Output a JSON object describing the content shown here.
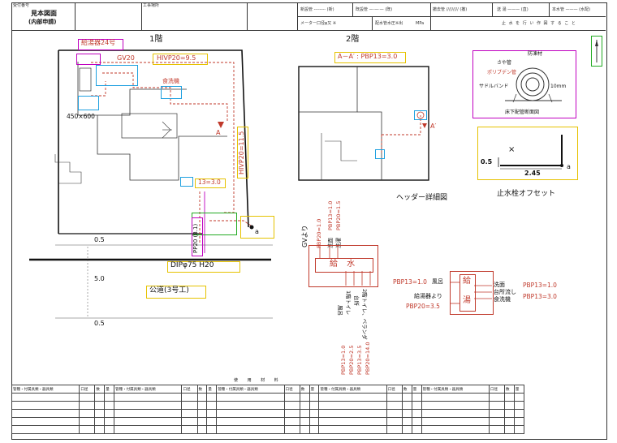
{
  "header": {
    "receipt_no_label": "受付番号",
    "title_line1": "見本図面",
    "title_line2": "(内部申請)",
    "applicant_label": "工事場所",
    "legend_new_pipe": "新設管 -------- (新)",
    "legend_existing_pipe": "既設管 —·—·— (既)",
    "legend_abolished_pipe": "撤去管 ///////// (撤)",
    "legend_direct": "送 湯 ——— (直)",
    "legend_pump": "本水管 ——— (水配)",
    "meter_label": "メーター口径φ又 ※",
    "pressure_label": "配水管水圧※出",
    "pressure_unit": "MPa",
    "note_text": "止 水 を 行 い 作 図 す る こ と",
    "north_mark": "N"
  },
  "floor1": {
    "title": "1階",
    "water_heater_label": "給湯器24号",
    "gv_label": "GV20",
    "pipe_hivp_95": "HIVP20=9.5",
    "dishwasher_label": "食洗機",
    "size_label": "450×600",
    "section_mark": "A",
    "pipe_hivp_115": "HIVP20=11.5",
    "pipe_13": "13=3.0",
    "pp_label": "PP20 (8.1)",
    "meter_mark": "a",
    "dim_05_top": "0.5",
    "main_pipe": "DIPφ75  H20",
    "dim_50": "5.0",
    "road_label": "公道(3号工)",
    "dim_05_bottom": "0.5"
  },
  "floor2": {
    "title": "2階",
    "section_label": "A－A′ : PBP13=3.0",
    "section_mark": "A′",
    "header_caption": "ヘッダー詳細図"
  },
  "pipe_detail": {
    "label_insulation": "防凍材",
    "label_sleeve": "さや管",
    "label_polypipe": "ポリブデン管",
    "label_band": "サドルバンド",
    "dim": "10mm",
    "caption": "床下配管断面図"
  },
  "offset_detail": {
    "dim_vertical": "0.5",
    "x_mark": "×",
    "dim_horizontal": "2.45",
    "point": "a",
    "caption": "止水栓オフセット"
  },
  "supply_header": {
    "gv_from": "GVより",
    "pbp20_10": "PBP20=1.0",
    "washroom": "洗面",
    "pbp13_10": "PBP13=1.0",
    "wash_place": "洗濯",
    "pbp20_15": "PBP20=1.5",
    "box_label": "給 水",
    "out_bath": "風呂",
    "out_toilet1": "1階トイレ",
    "out_kitchen": "台所",
    "out_toilet2": "2階トイレ、ベランダ",
    "out_p1": "PBP13=1.0",
    "out_p2": "PBP20=2.5",
    "out_p3": "PBP13=3.5",
    "out_p4": "PBP20=14.0"
  },
  "hot_header": {
    "in_bath_pipe": "PBP13=1.0",
    "in_bath": "風呂",
    "in_heater": "給湯器より",
    "in_heater_pipe": "PBP20=3.5",
    "box_top": "給",
    "box_bottom": "湯",
    "out_washroom": "洗面",
    "out_kitchen": "台所流し",
    "out_dishwasher": "食洗機",
    "out_p1": "PBP13=1.0",
    "out_p2": "PBP13=3.0"
  },
  "materials_table": {
    "title": "使 用 材 料",
    "headers": [
      "管種・付属具類・器具類",
      "口径",
      "数",
      "量",
      "管種・付属具類・器具類",
      "口径",
      "数",
      "量",
      "管種・付属具類・器具類",
      "口径",
      "数",
      "量",
      "管種・付属具類・器具類",
      "口径",
      "数",
      "量",
      "管種・付属具類・器具類",
      "口径",
      "数",
      "量"
    ]
  }
}
